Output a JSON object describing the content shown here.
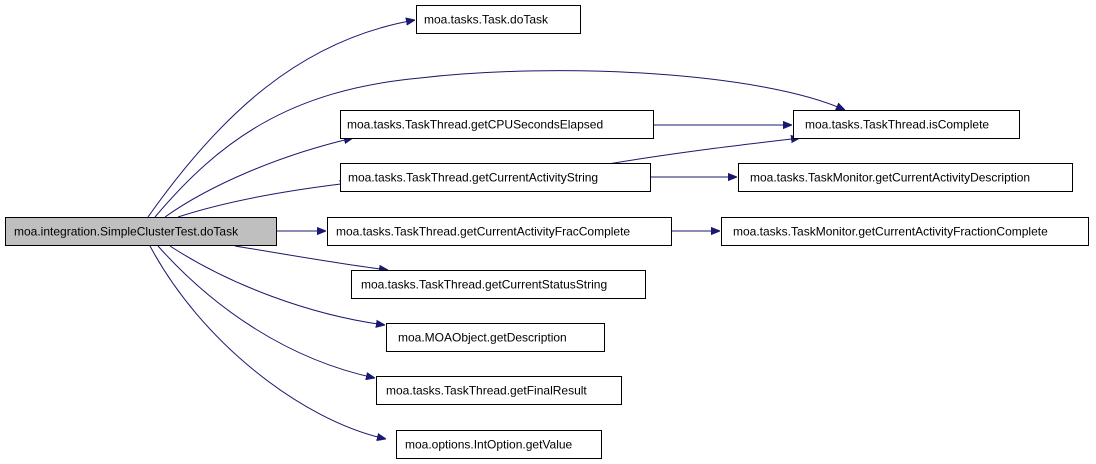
{
  "graph": {
    "root": {
      "label": "moa.integration.SimpleClusterTest.doTask"
    },
    "callees": [
      {
        "label": "moa.tasks.Task.doTask"
      },
      {
        "label": "moa.tasks.TaskThread.getCPUSecondsElapsed"
      },
      {
        "label": "moa.tasks.TaskThread.isComplete"
      },
      {
        "label": "moa.tasks.TaskThread.getCurrentActivityString"
      },
      {
        "label": "moa.tasks.TaskMonitor.getCurrentActivityDescription"
      },
      {
        "label": "moa.tasks.TaskThread.getCurrentActivityFracComplete"
      },
      {
        "label": "moa.tasks.TaskMonitor.getCurrentActivityFractionComplete"
      },
      {
        "label": "moa.tasks.TaskThread.getCurrentStatusString"
      },
      {
        "label": "moa.MOAObject.getDescription"
      },
      {
        "label": "moa.tasks.TaskThread.getFinalResult"
      },
      {
        "label": "moa.options.IntOption.getValue"
      }
    ],
    "edge_color": "#191970",
    "root_fill": "#bfbfbf"
  }
}
